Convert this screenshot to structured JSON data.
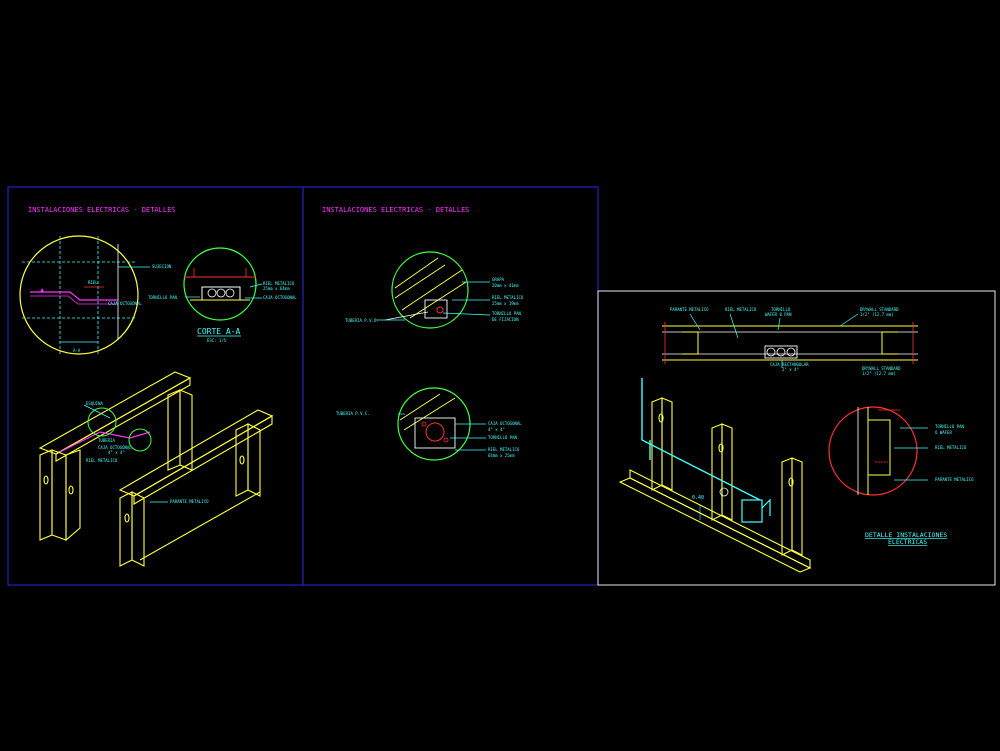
{
  "colors": {
    "background": "#000000",
    "frame_blue": "#2020c8",
    "frame_white": "#e6e6e6",
    "magenta": "#ff30ff",
    "yellow": "#ffff40",
    "cyan": "#40ffff",
    "green": "#40ff40",
    "red": "#ff3030",
    "white": "#ffffff"
  },
  "sheet1": {
    "title": "INSTALACIONES ELECTRICAS - DETALLES",
    "labels": {
      "sujecion": "SUJECION",
      "riel_metalico": "RIEL METALICO",
      "riel_metalico_dim": "25mm x 64mm",
      "tornillo_pan": "TORNILLO PAN",
      "caja_octogonal": "CAJA OCTOGONAL",
      "corte_title": "CORTE A-A",
      "corte_scale": "ESC: 1/5",
      "riel": "RIEL",
      "caja_octogonal_2": "CAJA OCTOGONAL",
      "esquina": "ESQUINA",
      "tuberia": "TUBERIA",
      "caja_octogonal_3": "CAJA OCTOGONAL",
      "caja_dim": "4\" x 4\"",
      "riel_metalico_2": "RIEL METALICO",
      "parante_metalico": "PARANTE METALICO",
      "dim_a": "A-A"
    }
  },
  "sheet2": {
    "title": "INSTALACIONES ELECTRICAS - DETALLES",
    "labels": {
      "grapa": "GRAPA",
      "grapa_dim": "20mm x 41mm",
      "riel_metalico": "RIEL METALICO",
      "riel_metalico_dim": "25mm x 19mm",
      "tornillo_pan": "TORNILLO PAN",
      "tornillo_pan_2": "DE FIJACION",
      "tuberia_pvc_1": "TUBERIA P.V.C.",
      "tuberia_pvc_2": "TUBERIA P.V.C.",
      "caja_octogonal": "CAJA OCTOGONAL",
      "caja_dim": "4\" x 4\"",
      "tornillo_pan_3": "TORNILLO PAN",
      "riel_metalico_2": "RIEL METALICO",
      "riel_metalico_2_dim": "64mm x 25mm"
    }
  },
  "sheet3": {
    "labels": {
      "parante_metalico": "PARANTE METALICO",
      "riel_metalico": "RIEL METALICO",
      "tornillo": "TORNILLO",
      "tornillo_2": "WAFER 8 PAN",
      "drywall": "DRYWALL STANDARD",
      "drywall_dim": "1/2\" (12.7 mm)",
      "caja": "CAJA RECTANGULAR",
      "caja_dim": "2\" x 4\"",
      "drywall_2": "DRYWALL STANDARD",
      "drywall_2_dim": "1/2\" (12.7 mm)",
      "tornillo_pan": "TORNILLO PAN",
      "tornillo_pan_2": "O WAFER",
      "riel_metalico_2": "RIEL METALICO",
      "parante_metalico_2": "PARANTE METALICO",
      "dim": "0.40",
      "title_line1": "DETALLE INSTALACIONES",
      "title_line2": "ELECTRICAS"
    }
  }
}
